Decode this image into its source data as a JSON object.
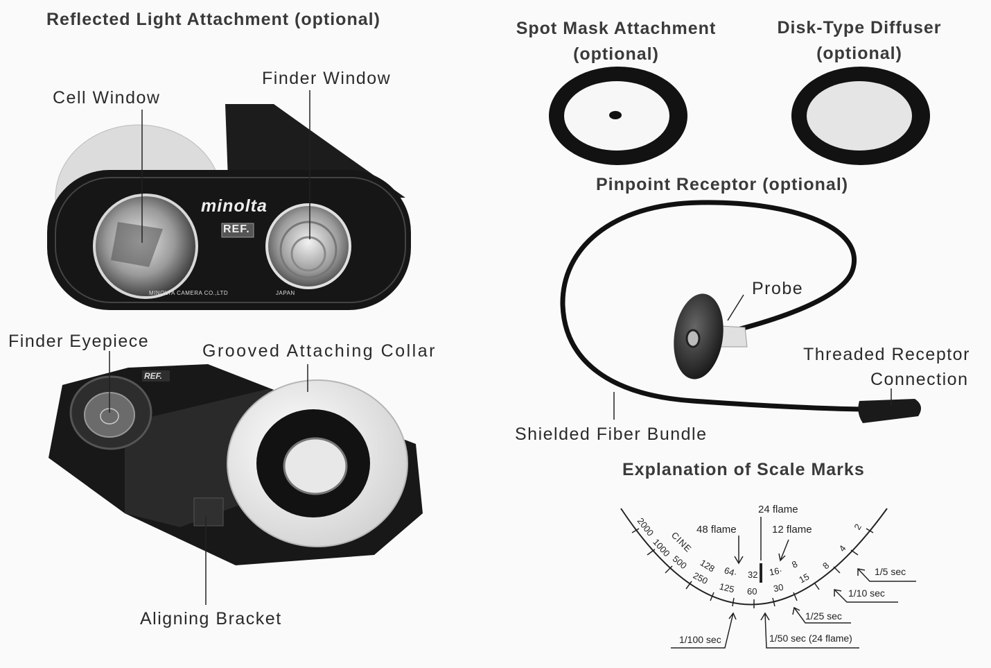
{
  "left": {
    "reflected": {
      "title": "Reflected Light Attachment (optional)",
      "cell_window": "Cell Window",
      "finder_window": "Finder Window",
      "brand": "minolta",
      "badge": "REF.",
      "maker": "MINOLTA CAMERA CO.,LTD",
      "country": "JAPAN"
    },
    "bottom": {
      "finder_eyepiece": "Finder Eyepiece",
      "collar": "Grooved Attaching Collar",
      "bracket": "Aligning Bracket",
      "badge": "REF."
    }
  },
  "right": {
    "spot_mask": {
      "line1": "Spot Mask Attachment",
      "line2": "(optional)"
    },
    "diffuser": {
      "line1": "Disk-Type Diffuser",
      "line2": "(optional)"
    },
    "pinpoint": {
      "title": "Pinpoint Receptor (optional)",
      "probe": "Probe",
      "threaded_line1": "Threaded Receptor",
      "threaded_line2": "Connection",
      "fiber": "Shielded Fiber Bundle"
    },
    "scale": {
      "title": "Explanation of Scale Marks",
      "flame_24": "24 flame",
      "flame_48": "48 flame",
      "flame_12": "12 flame",
      "cine": "CINE",
      "marks": {
        "m2000": "2000",
        "m1000": "1000",
        "m500": "500",
        "m250": "250",
        "m125": "125",
        "m60": "60",
        "m30": "30",
        "m15": "15",
        "m8": "8",
        "m4": "4",
        "m2": "2",
        "m128": "128",
        "m64": "64·",
        "m32": "32",
        "m16": "16·",
        "m8b": "8"
      },
      "sec_5": "1/5 sec",
      "sec_10": "1/10 sec",
      "sec_25": "1/25 sec",
      "sec_100": "1/100 sec",
      "sec_50": "1/50 sec (24 flame)"
    }
  }
}
